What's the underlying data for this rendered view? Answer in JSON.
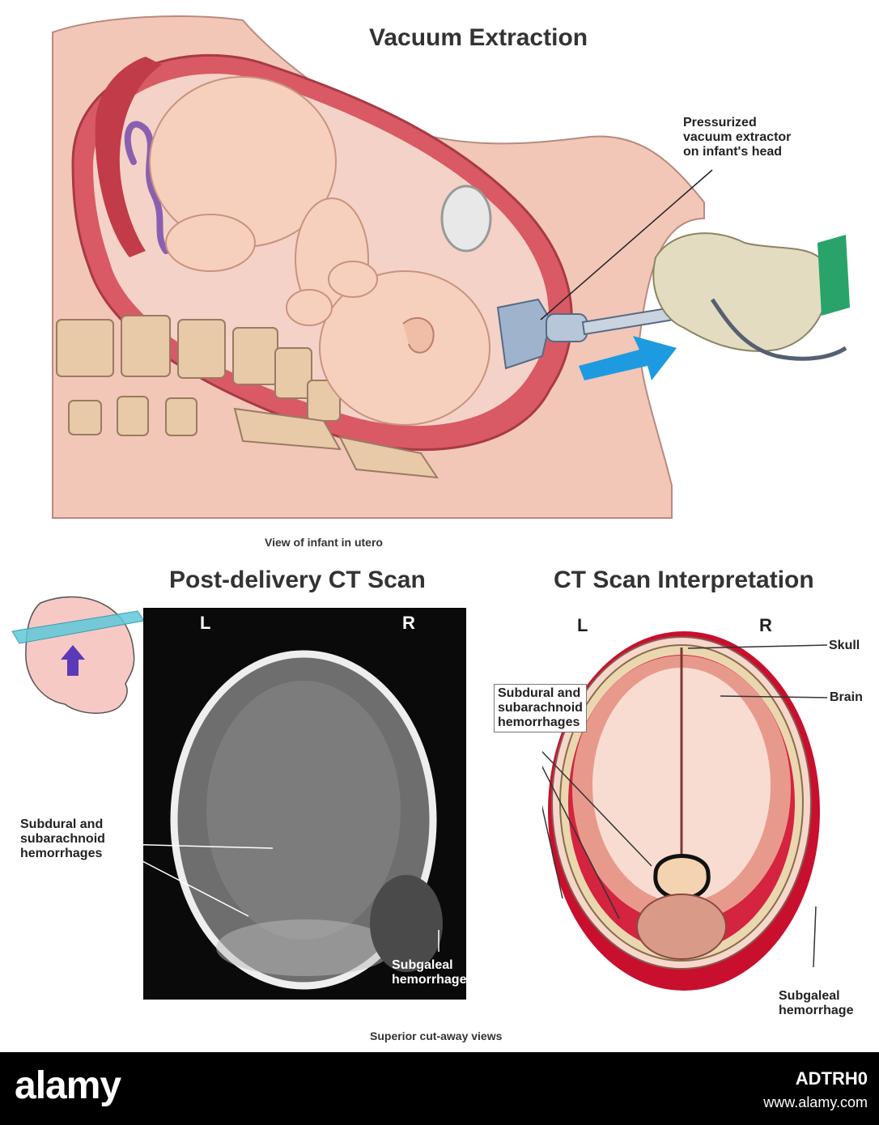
{
  "top_panel": {
    "title": "Vacuum Extraction",
    "callout": [
      "Pressurized",
      "vacuum extractor",
      "on infant's head"
    ],
    "caption": "View of infant in utero"
  },
  "ct_scan": {
    "title": "Post-delivery CT Scan",
    "left_marker": "L",
    "right_marker": "R",
    "hemorrhage_label": [
      "Subdural and",
      "subarachnoid",
      "hemorrhages"
    ],
    "subgaleal_label": [
      "Subgaleal",
      "hemorrhage"
    ]
  },
  "ct_interpretation": {
    "title": "CT Scan Interpretation",
    "left_marker": "L",
    "right_marker": "R",
    "skull_label": "Skull",
    "brain_label": "Brain",
    "hemorrhage_label": [
      "Subdural and",
      "subarachnoid",
      "hemorrhages"
    ],
    "subgaleal_label": [
      "Subgaleal",
      "hemorrhage"
    ]
  },
  "bottom_caption": "Superior cut-away views",
  "footer": {
    "logo": "alamy",
    "image_id": "ADTRH0",
    "url": "www.alamy.com"
  },
  "colors": {
    "skin": "#f2c7b8",
    "uterus": "#d95a64",
    "blood": "#c8102e",
    "arrow_blue": "#1e9be0",
    "footer_bg": "#000000"
  }
}
